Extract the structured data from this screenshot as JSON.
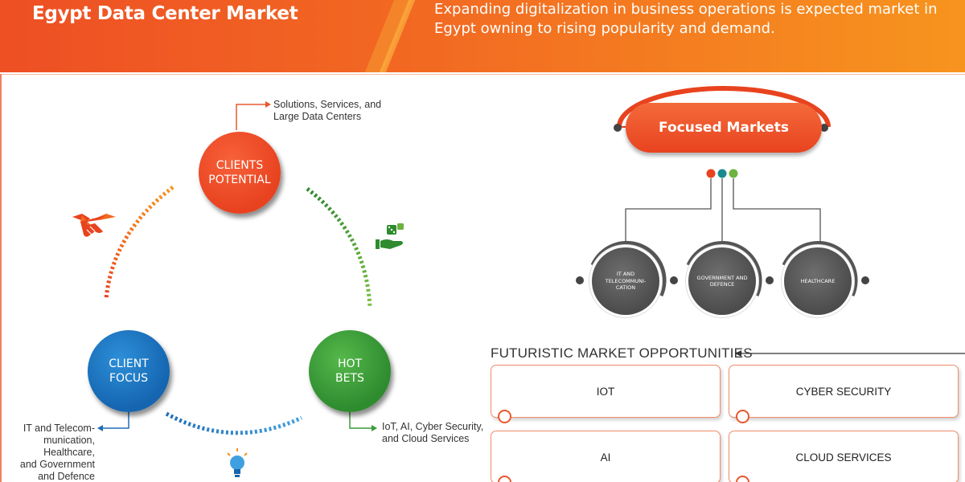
{
  "header": {
    "title": "Egypt Data Center Market",
    "description": "Expanding digitalization in business operations is expected market in Egypt owning to rising popularity and demand."
  },
  "cycle": {
    "clients_potential": {
      "label": "CLIENTS\nPOTENTIAL",
      "note": "Solutions, Services, and\nLarge Data Centers"
    },
    "client_focus": {
      "label": "CLIENT\nFOCUS",
      "note": "IT and Telecom-\nmunication,\nHealthcare,\nand Government\nand Defence"
    },
    "hot_bets": {
      "label": "HOT\nBETS",
      "note": "IoT, AI, Cyber Security,\nand Cloud Services"
    }
  },
  "focused_markets": {
    "title": "Focused Markets",
    "segments": [
      "IT AND\nTELECOMMUNI-\nCATION",
      "GOVERNMENT AND\nDEFENCE",
      "HEALTHCARE"
    ]
  },
  "opportunities": {
    "heading": "FUTURISTIC MARKET OPPORTUNITIES",
    "items": [
      "IOT",
      "CYBER SECURITY",
      "AI",
      "CLOUD SERVICES"
    ]
  },
  "colors": {
    "orange": "#e8431f",
    "blue": "#1565b0",
    "green": "#2e8b2f",
    "gray": "#4c4c4c"
  },
  "icons": [
    "handshake-icon",
    "hand-dice-icon",
    "lightbulb-icon"
  ]
}
